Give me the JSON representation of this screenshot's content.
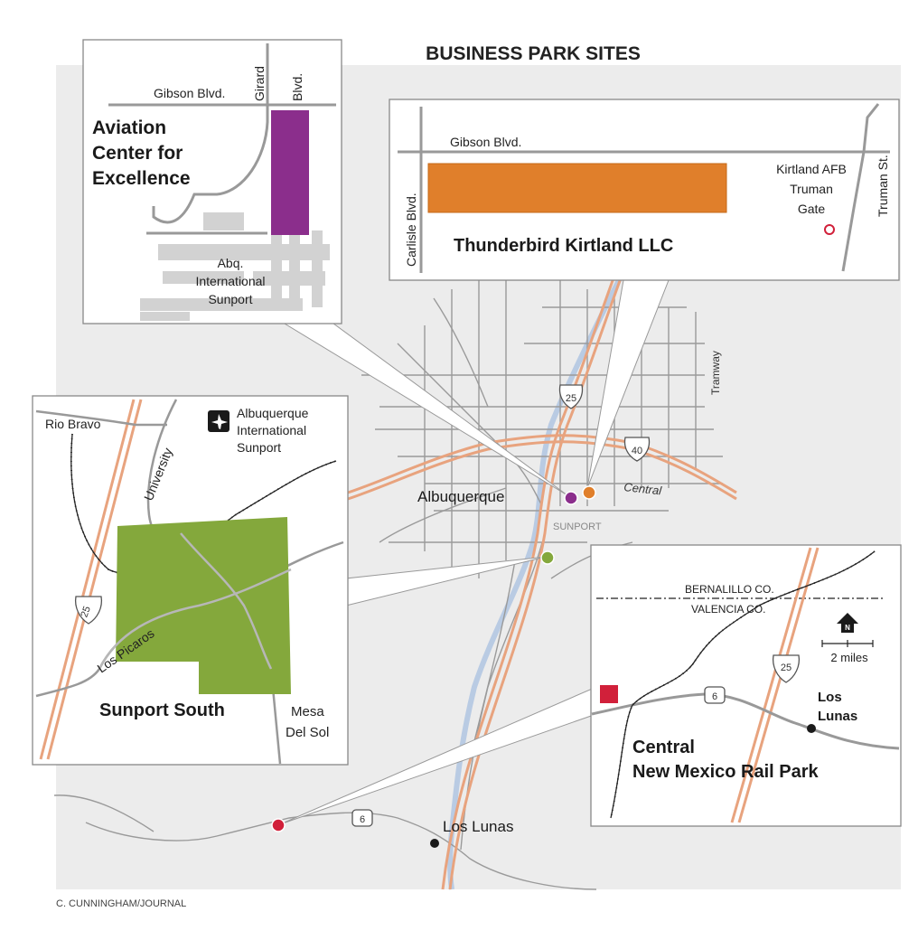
{
  "title": "BUSINESS PARK SITES",
  "credit": "C. CUNNINGHAM/JOURNAL",
  "colors": {
    "map_background": "#ececec",
    "roads": "#9a9a9a",
    "highway": "#e8a37e",
    "river": "#b9cbe3",
    "aviation_site": "#8b2e8c",
    "thunderbird_site": "#e07f2b",
    "sunport_south_site": "#84a83c",
    "rail_park_site": "#d1203a",
    "town": "#1a1a1a"
  },
  "main_map": {
    "labels": {
      "albuquerque": "Albuquerque",
      "sunport": "SUNPORT",
      "central": "Central",
      "tramway": "Tramway",
      "los_lunas": "Los Lunas"
    },
    "shields": {
      "i25": "25",
      "i40": "40",
      "nm6": "6"
    }
  },
  "inset_aviation": {
    "name_line1": "Aviation",
    "name_line2": "Center for",
    "name_line3": "Excellence",
    "street_gibson": "Gibson Blvd.",
    "street_girard_line1": "Girard",
    "street_girard_line2": "Blvd.",
    "sunport_line1": "Abq.",
    "sunport_line2": "International",
    "sunport_line3": "Sunport"
  },
  "inset_thunderbird": {
    "name": "Thunderbird Kirtland LLC",
    "street_gibson": "Gibson Blvd.",
    "street_carlisle": "Carlisle Blvd.",
    "street_truman": "Truman St.",
    "gate_line1": "Kirtland AFB",
    "gate_line2": "Truman",
    "gate_line3": "Gate"
  },
  "inset_sunport_south": {
    "name": "Sunport South",
    "street_rio_bravo": "Rio Bravo",
    "street_university": "University",
    "street_los_picaros": "Los Picaros",
    "airport_line1": "Albuquerque",
    "airport_line2": "International",
    "airport_line3": "Sunport",
    "mesa_line1": "Mesa",
    "mesa_line2": "Del Sol",
    "shield_i25": "25"
  },
  "inset_rail_park": {
    "name_line1": "Central",
    "name_line2": "New Mexico Rail Park",
    "county_bernalillo": "BERNALILLO CO.",
    "county_valencia": "VALENCIA CO.",
    "town_line1": "Los",
    "town_line2": "Lunas",
    "scale": "2 miles",
    "north": "N",
    "shield_i25": "25",
    "shield_nm6": "6"
  }
}
